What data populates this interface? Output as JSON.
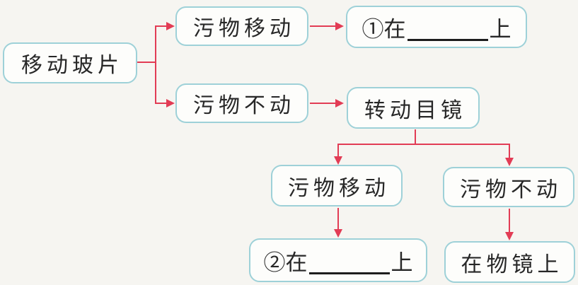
{
  "meta": {
    "type": "flowchart",
    "description": "判断显微镜视野中污物位置的流程图"
  },
  "colors": {
    "page_bg": "#f6f5f1",
    "box_border": "#9ed1d8",
    "box_fill": "#fdfdfb",
    "arrow": "#e23c55",
    "text": "#272727"
  },
  "nodes": {
    "move_slide": {
      "label": "移动玻片"
    },
    "dirt_moves_1": {
      "label": "污物移动"
    },
    "blank_1": {
      "prefix": "①在",
      "suffix": "上"
    },
    "dirt_still_1": {
      "label": "污物不动"
    },
    "rotate_eyepiece": {
      "label": "转动目镜"
    },
    "dirt_moves_2": {
      "label": "污物移动"
    },
    "dirt_still_2": {
      "label": "污物不动"
    },
    "blank_2": {
      "prefix": "②在",
      "suffix": "上"
    },
    "on_objective": {
      "label": "在物镜上"
    }
  }
}
